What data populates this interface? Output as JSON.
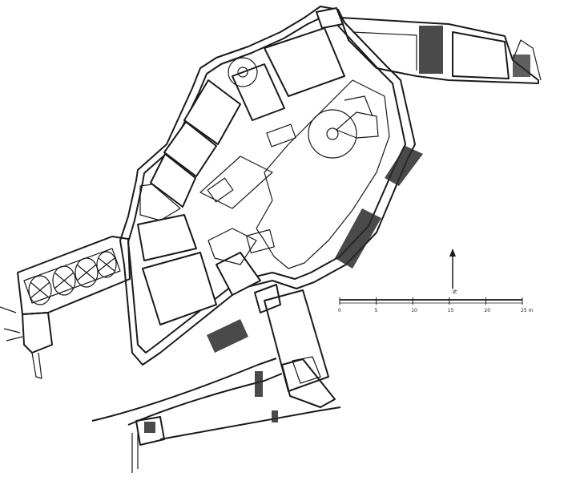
{
  "drawing": {
    "type": "architectural floor plan",
    "line_color": "#1a1a1a",
    "background": "#ffffff"
  },
  "north_arrow": {
    "icon": "north-arrow-icon",
    "label": "N"
  },
  "scale_bar": {
    "ticks": [
      "0",
      "5",
      "10",
      "15",
      "20",
      "25 m"
    ]
  }
}
